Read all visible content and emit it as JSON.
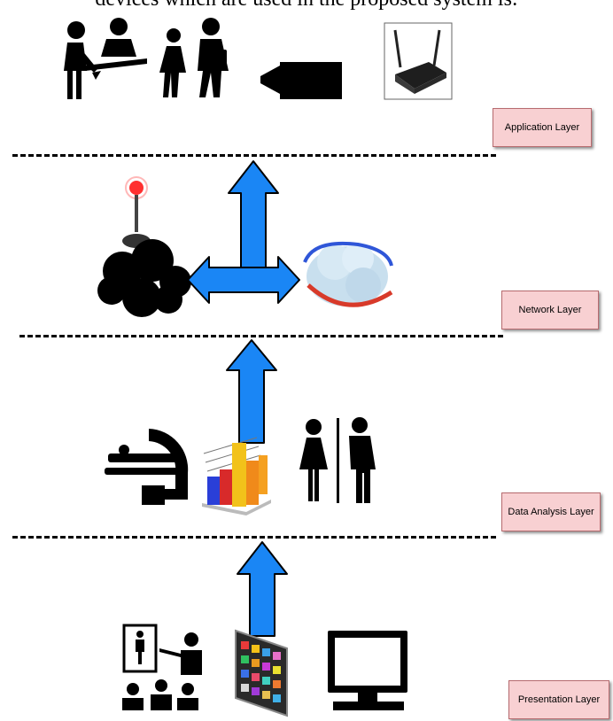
{
  "page": {
    "caption_fragment": "devices which are used in the proposed system is:"
  },
  "layers": [
    {
      "label": "Application Layer"
    },
    {
      "label": "Network Layer"
    },
    {
      "label": "Data Analysis Layer"
    },
    {
      "label": "Presentation Layer"
    }
  ],
  "colors": {
    "arrow": "#1a86f5",
    "label_fill": "#f8d0d2",
    "label_border": "#b76b6f"
  },
  "icons": [
    "doctor-patient-desk-icon",
    "walking-couple-icon",
    "video-camera-icon",
    "wireless-router-icon",
    "antenna-icon",
    "black-cloud-icon",
    "internet-cloud-globe-icon",
    "medical-scanner-icon",
    "bar-chart-3d-icon",
    "woman-man-icon",
    "presentation-audience-icon",
    "monitor-wall-icon",
    "computer-monitor-icon"
  ]
}
